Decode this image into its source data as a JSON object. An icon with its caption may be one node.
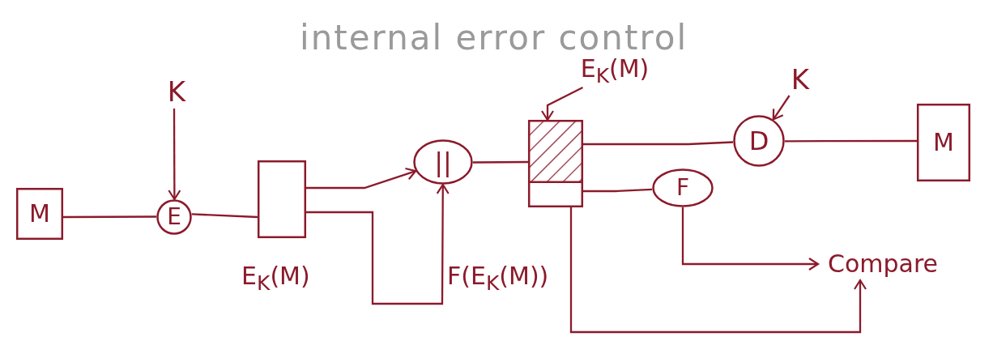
{
  "diagram": {
    "title": "internal error control",
    "nodes": [
      {
        "text": [
          "M"
        ]
      },
      {
        "text": [
          "K"
        ]
      },
      {
        "text": [
          "E"
        ]
      },
      {
        "text": [],
        "shape": "box",
        "beside": [
          "E$_{K}$(M)"
        ]
      },
      {
        "text": [
          "||"
        ]
      },
      {
        "text": [
          "E$_{K}$(M)"
        ]
      },
      {
        "text": [],
        "shape": "box",
        "beside": [
          "F(E$_{K}$(M))"
        ]
      },
      {
        "text": [
          "K"
        ]
      },
      {
        "text": [
          "D"
        ]
      },
      {
        "text": [
          "F"
        ]
      },
      {
        "text": [
          "M"
        ]
      },
      {
        "text": [
          "Compare"
        ]
      }
    ],
    "edges": [
      {
        "from": 0,
        "to": 2,
        "arrow": "none"
      },
      {
        "from": 1,
        "to": 2,
        "arrow": "to"
      },
      {
        "from": 2,
        "to": 3,
        "arrow": "none"
      },
      {
        "from": 3,
        "to": 4,
        "arrow": "to"
      },
      {
        "from": 3,
        "to": 4,
        "arrow": "to"
      },
      {
        "from": 4,
        "to": 6,
        "arrow": "none"
      },
      {
        "from": 5,
        "to": 6,
        "arrow": "to"
      },
      {
        "from": 6,
        "to": 8,
        "arrow": "none"
      },
      {
        "from": 7,
        "to": 8,
        "arrow": "to"
      },
      {
        "from": 8,
        "to": 10,
        "arrow": "none"
      },
      {
        "from": 6,
        "to": 9,
        "arrow": "none"
      },
      {
        "from": 9,
        "to": 11,
        "arrow": "to"
      },
      {
        "from": 6,
        "to": 11,
        "arrow": "to"
      }
    ]
  }
}
